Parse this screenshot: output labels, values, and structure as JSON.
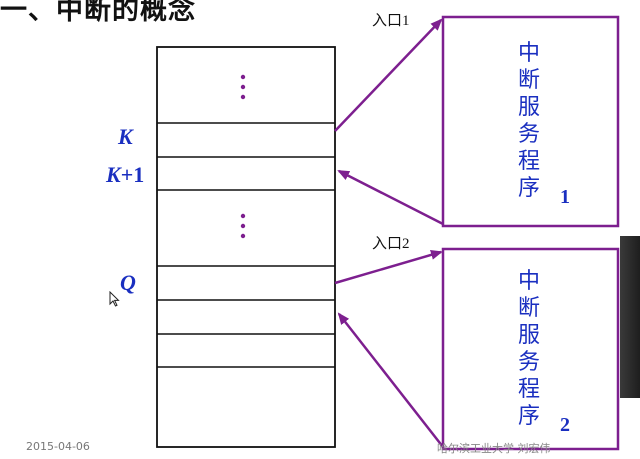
{
  "title": "一、中断的概念",
  "memory": {
    "label_k": "K",
    "label_k1_base": "K",
    "label_k1_suffix": "+1",
    "label_q": "Q"
  },
  "isr1": {
    "entry_label": "入口1",
    "text": [
      "中",
      "断",
      "服",
      "务",
      "程",
      "序"
    ],
    "number": "1"
  },
  "isr2": {
    "entry_label": "入口2",
    "text": [
      "中",
      "断",
      "服",
      "务",
      "程",
      "序"
    ],
    "number": "2"
  },
  "footer": {
    "date": "2015-04-06",
    "author": "哈尔滨工业大学  刘宏伟"
  },
  "colors": {
    "arrow": "#7d1f8f",
    "label_blue": "#1a2fc0",
    "outline": "#111111"
  }
}
